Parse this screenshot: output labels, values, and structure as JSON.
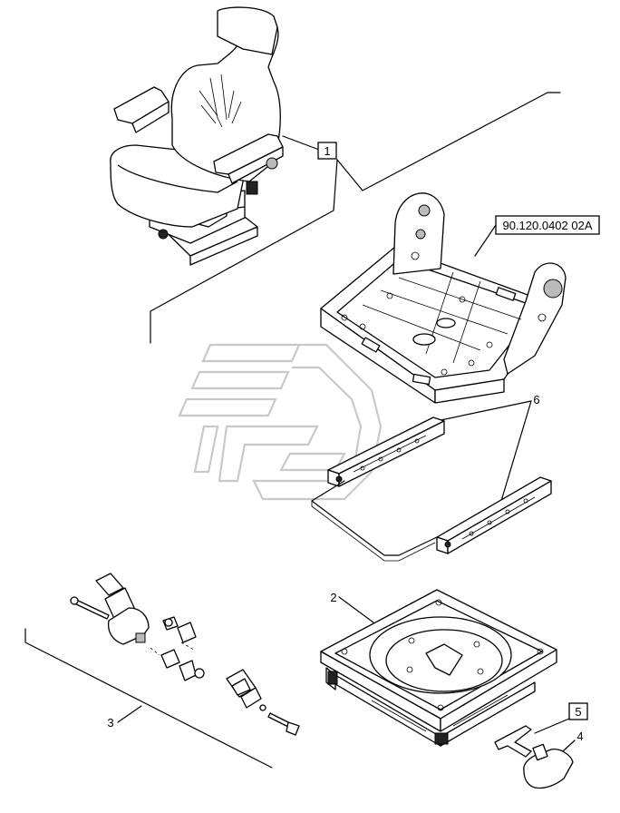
{
  "callouts": {
    "c1": "1",
    "c2": "2",
    "c3": "3",
    "c4": "4",
    "c5": "5",
    "c6": "6",
    "ref": "90.120.0402 02A"
  }
}
